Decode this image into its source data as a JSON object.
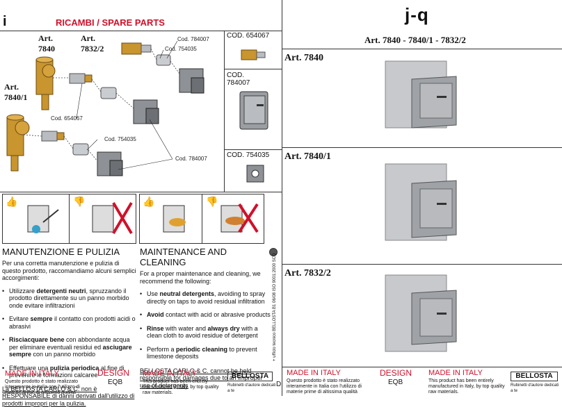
{
  "left": {
    "info_icon": "i",
    "title": "RICAMBI / SPARE PARTS",
    "labels": {
      "art_7840": "Art.\n7840",
      "art_7832": "Art.\n7832/2",
      "art_7840_1": "Art.\n7840/1",
      "cod_784007_a": "Cod. 784007",
      "cod_754035_a": "Cod. 754035",
      "cod_654067": "Cod. 654067",
      "cod_754035_b": "Cod. 754035",
      "cod_784007_b": "Cod. 784007"
    },
    "parts": [
      {
        "label": "COD. 654067"
      },
      {
        "label": "COD.\n784007"
      },
      {
        "label": "COD. 754035"
      }
    ],
    "maint_it": {
      "title": "MANUTENZIONE E PULIZIA",
      "intro": "Per una corretta manutenzione e pulizia di questo prodotto, raccomandiamo alcuni semplici accorgimenti:",
      "bullets": [
        "Utilizzare detergenti neutri, spruzzando il prodotto direttamente su un panno morbido onde evitare infiltrazioni",
        "Evitare sempre il contatto con prodotti acidi o abrasivi",
        "Risciacquare bene con abbondante acqua per eliminare eventuali residui ed asciugare sempre con un panno morbido",
        "Effettuare una pulizia periodica al fine di prevenire le formazioni calcaree"
      ],
      "disclaimer": "La BELLOSTA CARLO & C. non è RESPONSABILE di danni derivati dall'utilizzo di prodotti impropri per la pulizia."
    },
    "maint_en": {
      "title": "MAINTENANCE AND CLEANING",
      "intro": "For a proper maintenance and cleaning, we recommend the following:",
      "bullets": [
        "Use neutral detergents, avoiding to spray directly on taps to avoid residual infiltration",
        "Avoid contact with acid or abrasive products",
        "Rinse with water and always dry with a clean cloth to avoid residue of detergent",
        "Perform a periodic cleaning to prevent limestone deposits"
      ],
      "disclaimer": "BELLOSTA CARLO & C. cannot be held responsible for damages due to an improper use of detergents"
    },
    "vertical_note": "+ ufficio tecnico BELLOSTA   B1  06/08   ISO 9001:2000   SCQ",
    "footer": {
      "made_it": "MADE IN ITALY",
      "made_it_text": "Questo prodotto è stato realizzato interamente in Italia con l'utilizzo di materie prime di altissima qualità",
      "design": "DESIGN",
      "design_sub": "EQB",
      "made_en": "MADE IN ITALY",
      "made_en_text": "This product has been entirely manufactured in Italy, by top quality raw materials.",
      "brand": "BELLOSTA",
      "brand_sub": "Rubinetti d'autore dedicati a te",
      "page_mark": "D"
    }
  },
  "right": {
    "logo": "j-q",
    "subtitle": "Art. 7840 - 7840/1 - 7832/2",
    "rows": [
      {
        "label": "Art. 7840"
      },
      {
        "label": "Art. 7840/1"
      },
      {
        "label": "Art. 7832/2"
      }
    ],
    "footer": {
      "made_it": "MADE IN ITALY",
      "made_it_text": "Questo prodotto è stato realizzato interamente in Italia con l'utilizzo di materie prime di altissima qualità",
      "design": "DESIGN",
      "design_sub": "EQB",
      "made_en": "MADE IN ITALY",
      "made_en_text": "This product has been entirely manufactured in Italy, by top quality raw materials.",
      "brand": "BELLOSTA",
      "brand_sub": "Rubinetti d'autore dedicati a te"
    }
  },
  "colors": {
    "accent_red": "#d0102a",
    "brass": "#c8952e",
    "chrome": "#b9bcc0"
  }
}
